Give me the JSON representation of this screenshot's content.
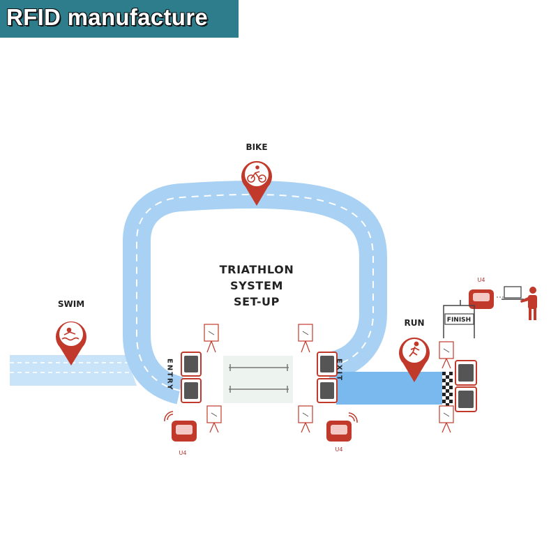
{
  "banner": {
    "text": "RFID manufacture"
  },
  "stages": {
    "bike": "BIKE",
    "swim": "SWIM",
    "run": "RUN"
  },
  "title": {
    "line1": "TRIATHLON",
    "line2": "SYSTEM",
    "line3": "SET-UP"
  },
  "gates": {
    "entry": "ENTRY",
    "exit": "EXIT"
  },
  "finish": "FINISH",
  "reader_labels": {
    "entry": "U4",
    "exit": "U4",
    "finish": "U4"
  },
  "colors": {
    "banner": "#2e7d8c",
    "track": "#8ec5f0",
    "track_light": "#c9e3f8",
    "accent": "#c0392b"
  },
  "icons": [
    "cyclist-icon",
    "swimmer-icon",
    "runner-icon",
    "rfid-reader-icon",
    "antenna-icon",
    "laptop-icon",
    "person-icon",
    "timing-mat-icon",
    "checkered-line-icon"
  ]
}
